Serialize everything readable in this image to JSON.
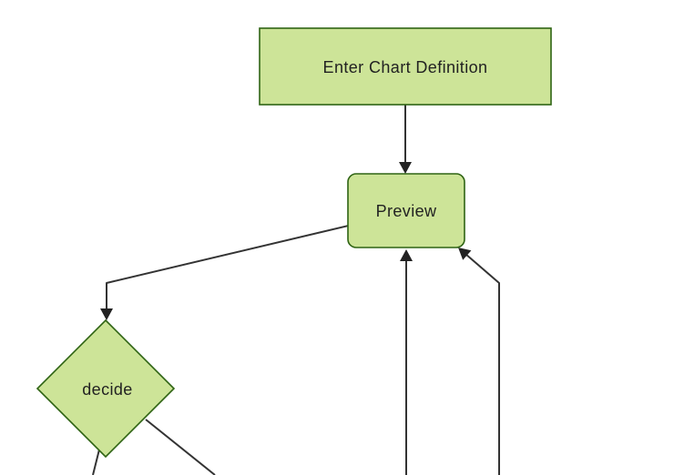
{
  "diagram": {
    "type": "flowchart",
    "direction": "top-down",
    "background": "#ffffff",
    "nodes": [
      {
        "id": "enter-chart-definition",
        "label": "Enter Chart Definition",
        "shape": "rectangle"
      },
      {
        "id": "preview",
        "label": "Preview",
        "shape": "rounded-rectangle"
      },
      {
        "id": "decide",
        "label": "decide",
        "shape": "diamond"
      }
    ],
    "edges": [
      {
        "from": "enter-chart-definition",
        "to": "preview",
        "arrowhead": true
      },
      {
        "from": "preview",
        "to": "decide",
        "arrowhead": true
      },
      {
        "from": "offscreen-bottom-center",
        "to": "preview",
        "arrowhead": true
      },
      {
        "from": "offscreen-bottom-right",
        "to": "preview",
        "arrowhead": true
      },
      {
        "from": "decide",
        "to": "offscreen-bottom-left",
        "arrowhead": false
      },
      {
        "from": "decide",
        "to": "offscreen-bottom-right",
        "arrowhead": false
      }
    ],
    "colors": {
      "node_fill": "#cde498",
      "node_border": "#2f6414",
      "edge_line": "#333333",
      "arrowhead": "#222222",
      "label_text": "#222222",
      "background": "#ffffff"
    }
  }
}
